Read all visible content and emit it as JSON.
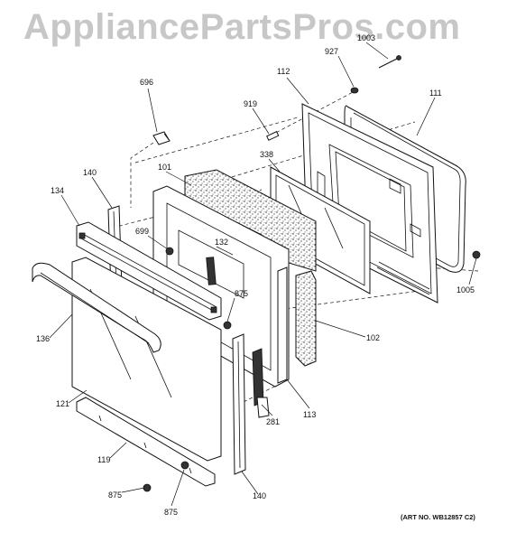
{
  "watermark": "AppliancePartsPros.com",
  "art_number": "(ART NO. WB12857 C2)",
  "part_labels": {
    "p1003": "1003",
    "p927": "927",
    "p112": "112",
    "p111": "111",
    "p696": "696",
    "p919": "919",
    "p338": "338",
    "p101": "101",
    "p140_top": "140",
    "p134": "134",
    "p699": "699",
    "p132": "132",
    "p1005": "1005",
    "p875_mid": "875",
    "p136": "136",
    "p102": "102",
    "p121": "121",
    "p113": "113",
    "p281": "281",
    "p119": "119",
    "p875_bl": "875",
    "p875_b": "875",
    "p140_bot": "140"
  }
}
